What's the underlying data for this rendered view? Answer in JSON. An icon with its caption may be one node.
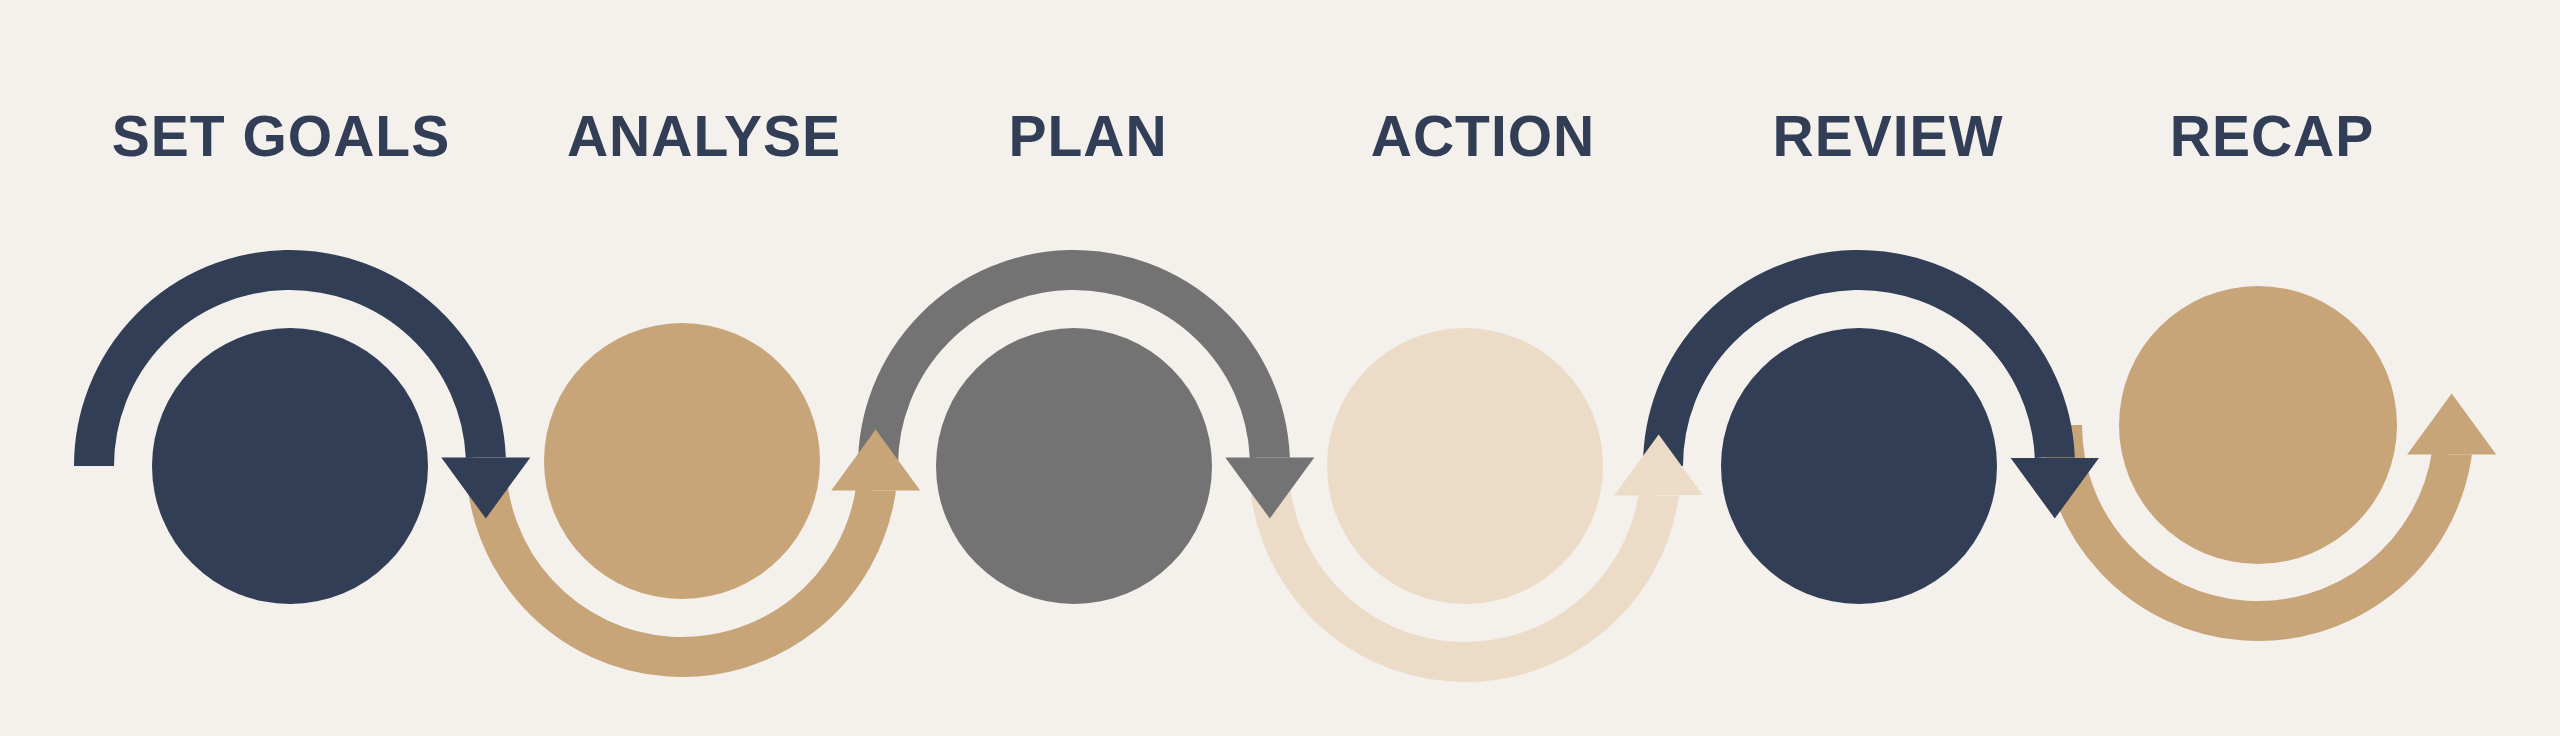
{
  "diagram": {
    "nodes": [
      {
        "text": [
          "SET GOALS"
        ]
      },
      {
        "text": [
          "ANALYSE"
        ]
      },
      {
        "text": [
          "PLAN"
        ]
      },
      {
        "text": [
          "ACTION"
        ]
      },
      {
        "text": [
          "REVIEW"
        ]
      },
      {
        "text": [
          "RECAP"
        ]
      }
    ]
  }
}
